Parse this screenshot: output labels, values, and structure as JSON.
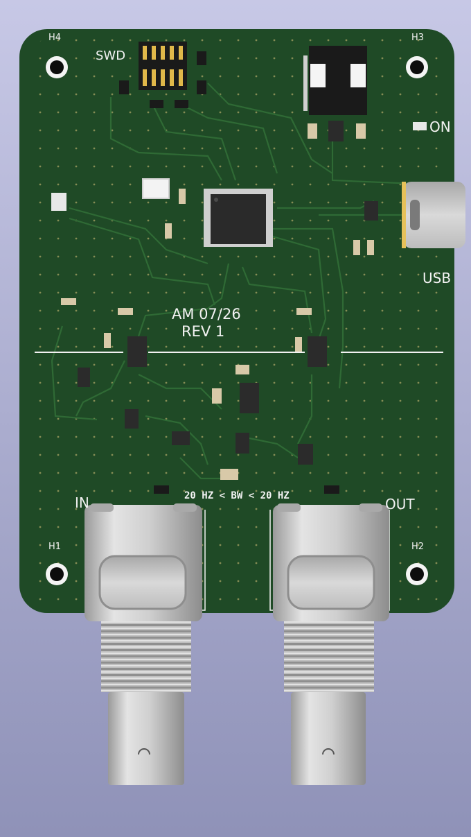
{
  "board": {
    "title_line1": "AM 07/26",
    "title_line2": "REV 1",
    "bandwidth_label": "20 HZ < BW < 20 HZ"
  },
  "labels": {
    "swd": "SWD",
    "on": "ON",
    "usb": "USB",
    "in": "IN",
    "out": "OUT"
  },
  "holes": {
    "h1": "H1",
    "h2": "H2",
    "h3": "H3",
    "h4": "H4"
  },
  "colors": {
    "background_top": "#c7c8e6",
    "background_bottom": "#8f92b8",
    "pcb": "#1f4a26",
    "trace": "#2f6a35",
    "silkscreen": "#f2f2f2",
    "connector_metal": "#c9c9c9"
  }
}
